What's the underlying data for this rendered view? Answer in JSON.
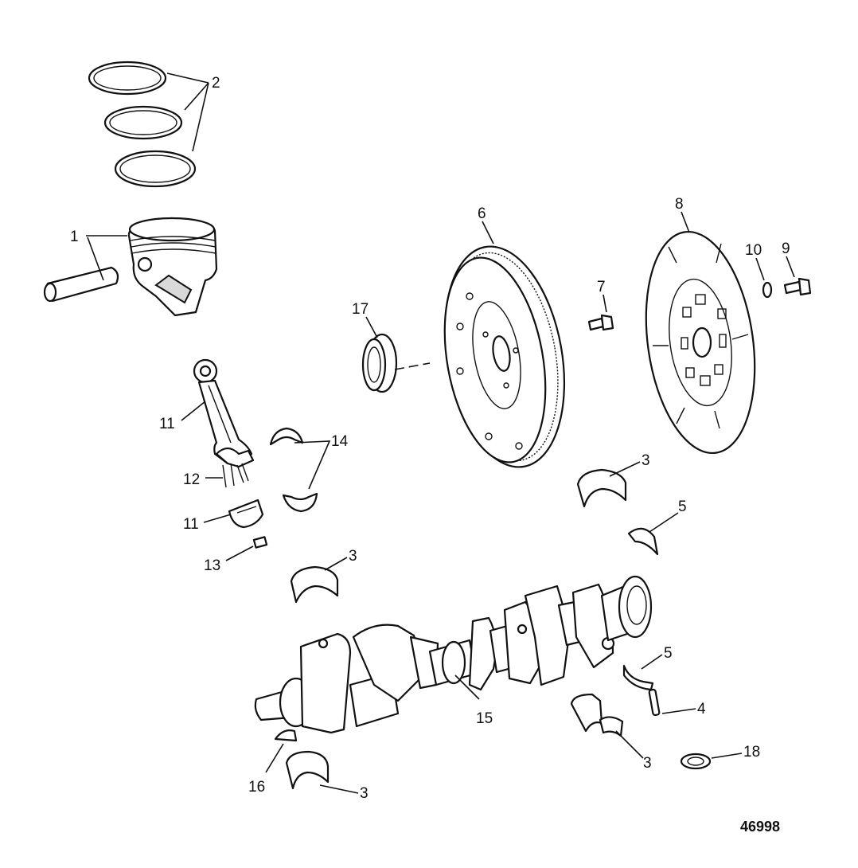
{
  "diagram": {
    "reference_number": "46998",
    "callouts": {
      "piston": "1",
      "piston_rings": "2",
      "main_bearing_upper_right": "3",
      "main_bearing_mid_left": "3",
      "main_bearing_lower_right": "3",
      "main_bearing_lower_left": "3",
      "dowel_pin": "4",
      "thrust_washer_upper": "5",
      "thrust_washer_lower": "5",
      "flywheel": "6",
      "flywheel_bolt": "7",
      "coupler": "8",
      "coupler_bolt": "9",
      "coupler_washer": "10",
      "connecting_rod": "11",
      "connecting_rod_cap": "11",
      "rod_bolt": "12",
      "rod_nut": "13",
      "rod_bearing": "14",
      "crankshaft": "15",
      "woodruff_key": "16",
      "rear_seal": "17",
      "plug": "18"
    }
  }
}
